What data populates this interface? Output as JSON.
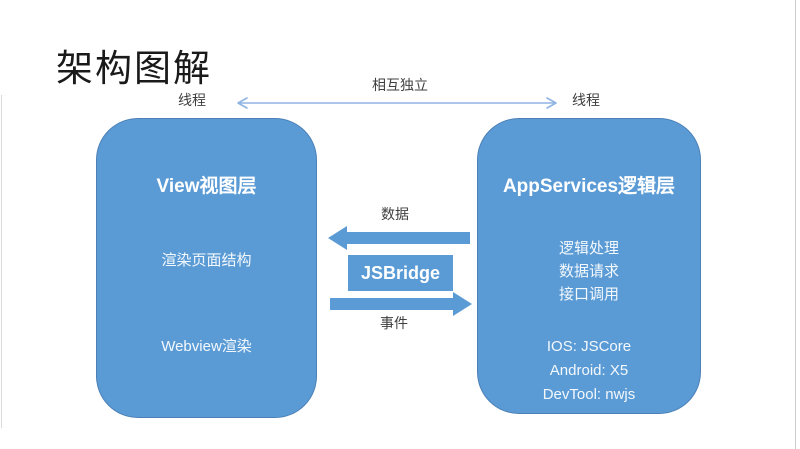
{
  "slide": {
    "title": "架构图解",
    "top_arrow": {
      "label": "相互独立",
      "left_thread": "线程",
      "right_thread": "线程"
    },
    "left_box": {
      "title": "View视图层",
      "items": [
        "渲染页面结构",
        "Webview渲染"
      ]
    },
    "right_box": {
      "title": "AppServices逻辑层",
      "items": [
        "逻辑处理",
        "数据请求",
        "接口调用"
      ],
      "runtimes": [
        "IOS: JSCore",
        "Android: X5",
        "DevTool: nwjs"
      ]
    },
    "bridge": {
      "label": "JSBridge",
      "data_label": "数据",
      "event_label": "事件"
    },
    "colors": {
      "box_fill": "#5b9bd5",
      "box_border": "#4c80b6",
      "thick_arrow": "#5b9bd5",
      "thin_arrow": "#8fb4e3",
      "label_text": "#3f3f3f"
    }
  }
}
